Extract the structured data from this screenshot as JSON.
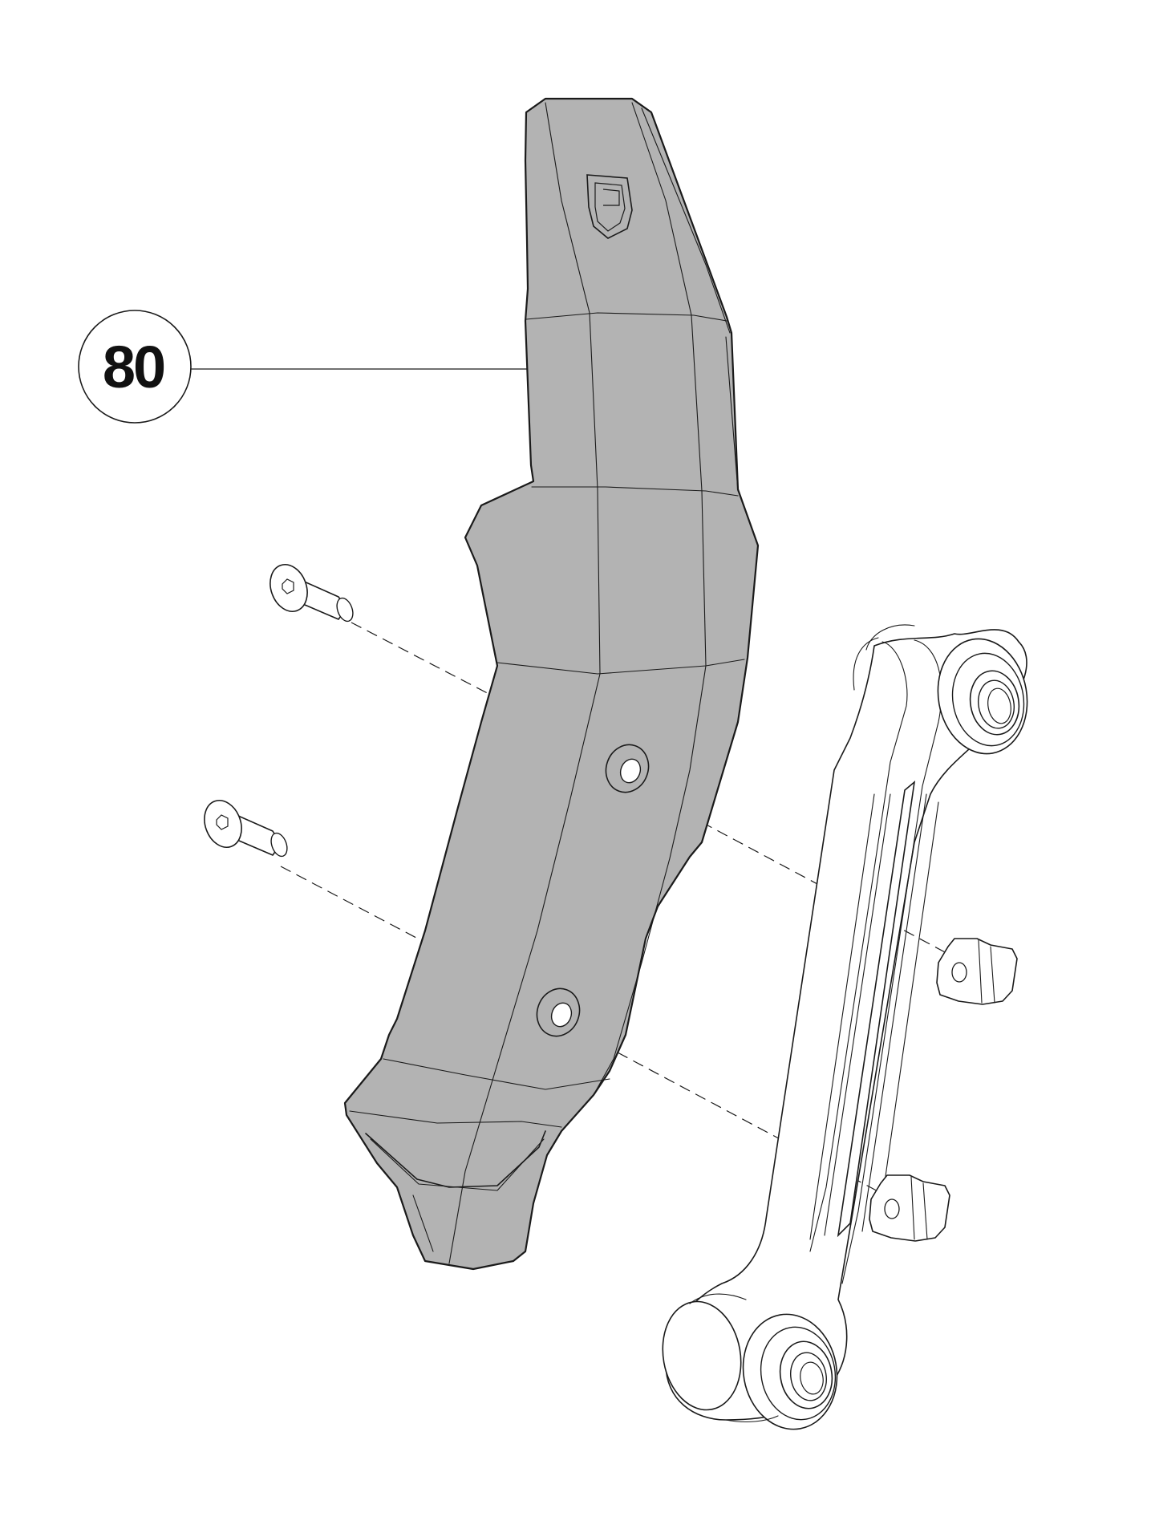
{
  "callout": {
    "number": "80"
  },
  "colors": {
    "guard_fill": "#b3b3b3",
    "line": "#1a1a1a",
    "background": "#ffffff"
  },
  "parts": [
    "chainstay-guard",
    "countersunk-bolt",
    "countersunk-bolt",
    "link-arm",
    "slide-nut",
    "slide-nut",
    "guard-logo-emblem"
  ]
}
